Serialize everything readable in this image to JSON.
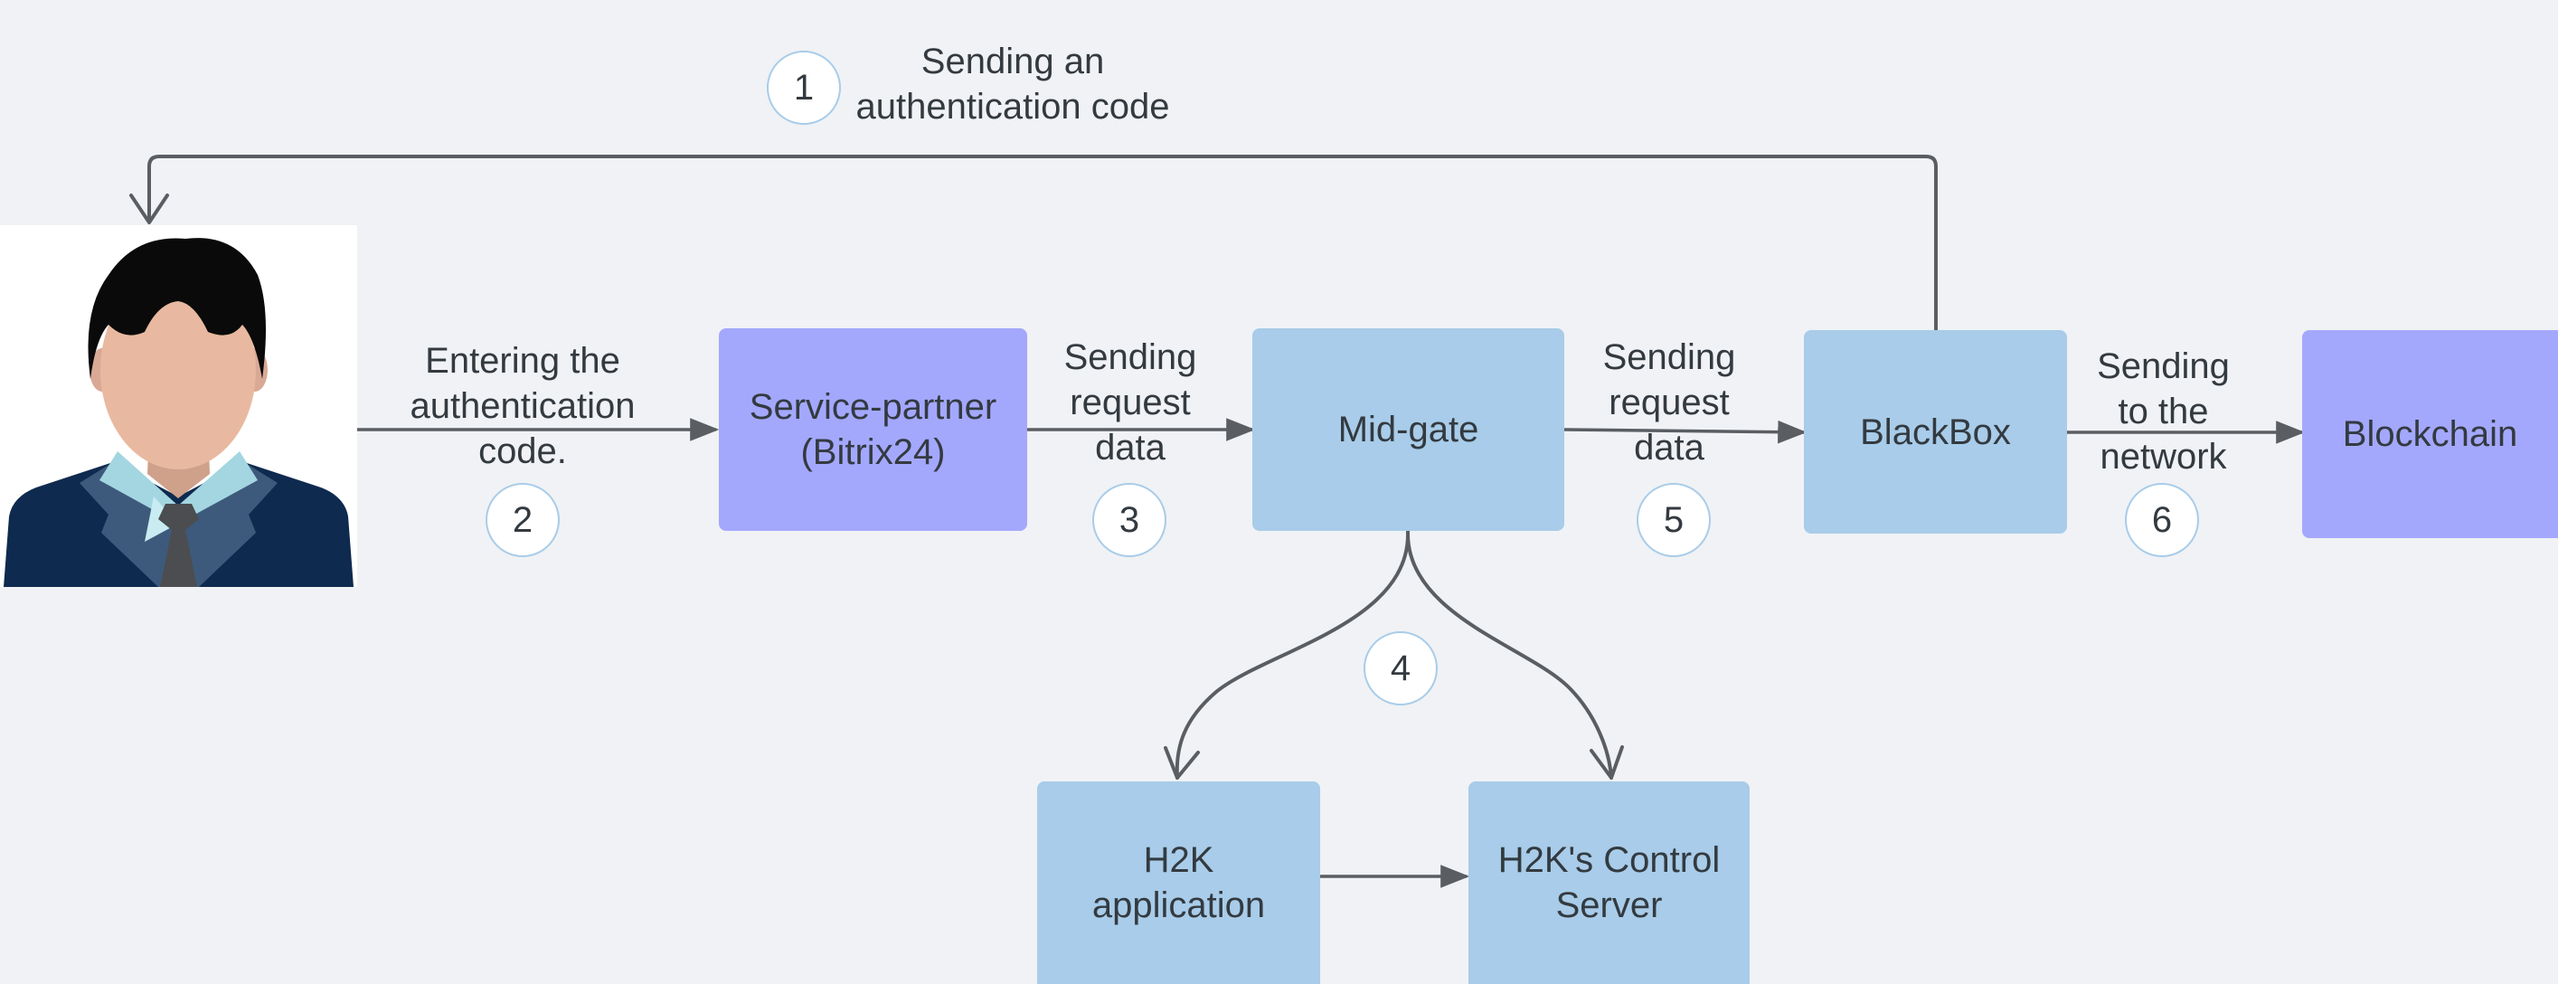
{
  "colors": {
    "background": "#f0f2f5",
    "purple_node": "#a4a8fd",
    "blue_node": "#a8cce9",
    "edge": "#5a5e63",
    "text": "#333a40"
  },
  "nodes": {
    "service_partner": "Service-partner\n(Bitrix24)",
    "mid_gate": "Mid-gate",
    "blackbox": "BlackBox",
    "blockchain": "Blockchain",
    "h2k_app": "H2K\napplication",
    "h2k_server": "H2K's Control\nServer"
  },
  "steps": [
    {
      "number": "1",
      "label": "Sending an\nauthentication code"
    },
    {
      "number": "2",
      "label": "Entering the\nauthentication\ncode."
    },
    {
      "number": "3",
      "label": "Sending\nrequest\ndata"
    },
    {
      "number": "4",
      "label": ""
    },
    {
      "number": "5",
      "label": "Sending\nrequest\ndata"
    },
    {
      "number": "6",
      "label": "Sending\nto the\nnetwork"
    }
  ],
  "user": {
    "icon": "user-avatar-icon"
  }
}
